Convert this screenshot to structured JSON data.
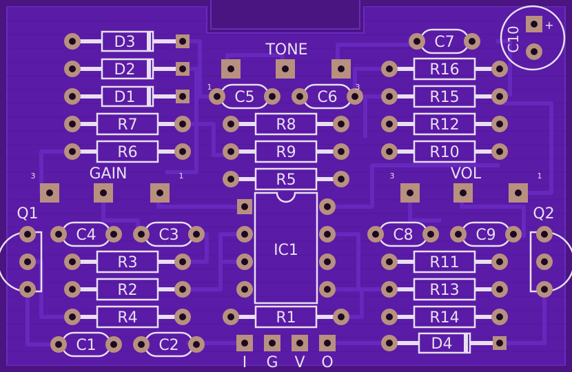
{
  "board": {
    "colors": {
      "background": "#4a1580",
      "copper": "#5a1ba6",
      "trace": "#6628bd",
      "silkscreen": "#e8e0f0",
      "pad": "#b89080",
      "hole": "#1a0a20"
    },
    "labels": {
      "tone": "TONE",
      "gain": "GAIN",
      "vol": "VOL",
      "q1": "Q1",
      "q2": "Q2",
      "ic1": "IC1",
      "c10": "C10",
      "plus": "+",
      "tone_pin1": "1",
      "tone_pin3": "3",
      "gain_pin3": "3",
      "gain_pin1": "1",
      "vol_pin3": "3",
      "vol_pin1": "1",
      "io_i": "I",
      "io_g": "G",
      "io_v": "V",
      "io_o": "O"
    },
    "diodes": {
      "d1": "D1",
      "d2": "D2",
      "d3": "D3",
      "d4": "D4"
    },
    "resistors": {
      "r1": "R1",
      "r2": "R2",
      "r3": "R3",
      "r4": "R4",
      "r5": "R5",
      "r6": "R6",
      "r7": "R7",
      "r8": "R8",
      "r9": "R9",
      "r10": "R10",
      "r11": "R11",
      "r12": "R12",
      "r13": "R13",
      "r14": "R14",
      "r15": "R15",
      "r16": "R16"
    },
    "capacitors": {
      "c1": "C1",
      "c2": "C2",
      "c3": "C3",
      "c4": "C4",
      "c5": "C5",
      "c6": "C6",
      "c7": "C7",
      "c8": "C8",
      "c9": "C9"
    }
  }
}
